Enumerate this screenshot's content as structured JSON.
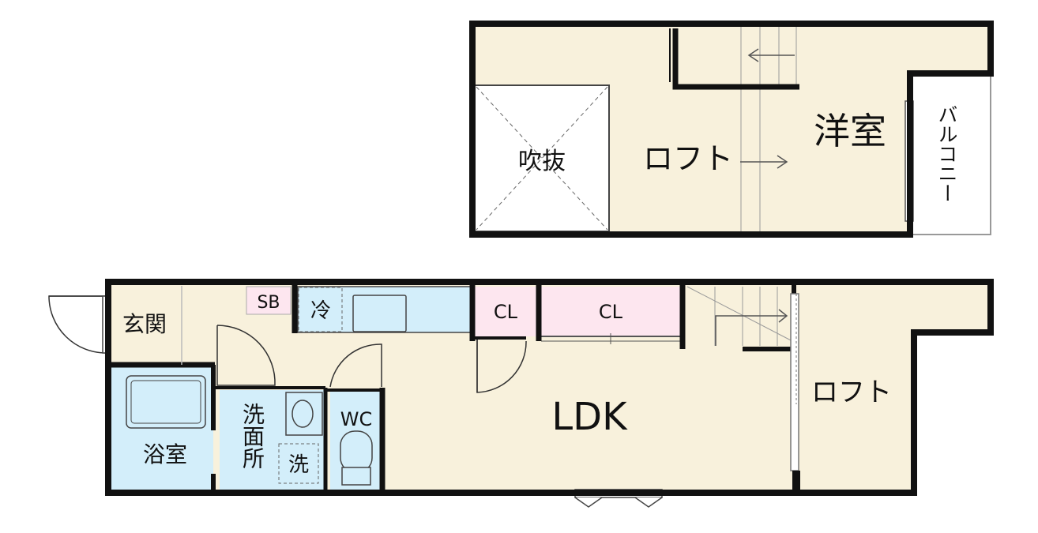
{
  "upper_floor": {
    "fukinuke": "吹抜",
    "loft": "ロフト",
    "western_room": "洋室",
    "balcony": "バルコニー"
  },
  "lower_floor": {
    "entrance": "玄関",
    "shoe_box": "SB",
    "fridge": "冷",
    "closet_1": "CL",
    "closet_2": "CL",
    "ldk": "LDK",
    "loft": "ロフト",
    "bathroom": "浴室",
    "washroom": "洗面所",
    "washer": "洗",
    "toilet": "WC"
  },
  "colors": {
    "floor": "#f8f1dc",
    "wet_area": "#d3eefa",
    "closet": "#fde6ef",
    "wall": "#111111"
  }
}
